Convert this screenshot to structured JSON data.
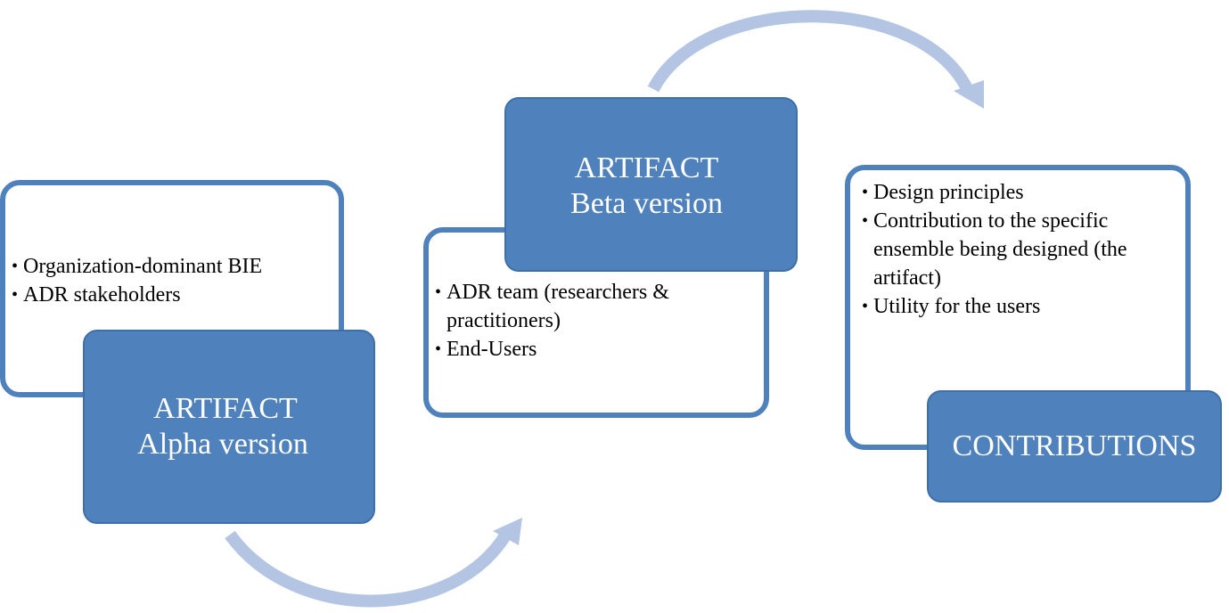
{
  "colors": {
    "box_fill": "#4f81bd",
    "box_border": "#4f81bd",
    "arrow": "#b3c5e3"
  },
  "stage1": {
    "items": [
      "Organization-dominant BIE",
      "ADR stakeholders"
    ],
    "title_line1": "ARTIFACT",
    "title_line2": "Alpha version"
  },
  "stage2": {
    "items": [
      "ADR team (researchers & practitioners)",
      "End-Users"
    ],
    "title_line1": "ARTIFACT",
    "title_line2": "Beta version"
  },
  "stage3": {
    "items": [
      "Design principles",
      "Contribution to the specific ensemble being designed (the artifact)",
      "Utility for the users"
    ],
    "title": "CONTRIBUTIONS"
  },
  "arrows": [
    {
      "from": "stage1",
      "to": "stage2"
    },
    {
      "from": "stage2",
      "to": "stage3"
    }
  ]
}
